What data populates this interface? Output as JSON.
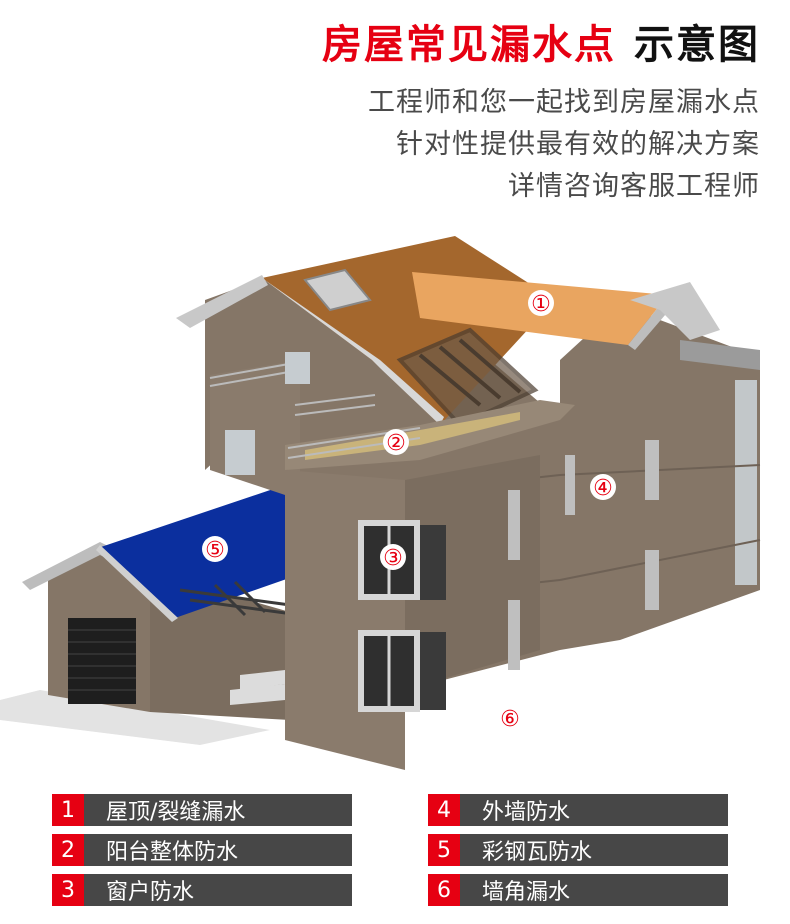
{
  "header": {
    "title_red": "房屋常见漏水点",
    "title_black": "示意图",
    "lines": [
      "工程师和您一起找到房屋漏水点",
      "针对性提供最有效的解决方案",
      "详情咨询客服工程师"
    ]
  },
  "markers": [
    "①",
    "②",
    "③",
    "④",
    "⑤",
    "⑥"
  ],
  "legend": [
    {
      "num": "1",
      "label": "屋顶/裂缝漏水"
    },
    {
      "num": "2",
      "label": "阳台整体防水"
    },
    {
      "num": "3",
      "label": "窗户防水"
    },
    {
      "num": "4",
      "label": "外墙防水"
    },
    {
      "num": "5",
      "label": "彩钢瓦防水"
    },
    {
      "num": "6",
      "label": "墙角漏水"
    }
  ],
  "colors": {
    "accent_red": "#e60012",
    "legend_bg": "#474747",
    "wall": "#857667",
    "roof": "#a4672d",
    "roof_highlight": "#e9a560",
    "steel_roof": "#0b2f9e"
  }
}
